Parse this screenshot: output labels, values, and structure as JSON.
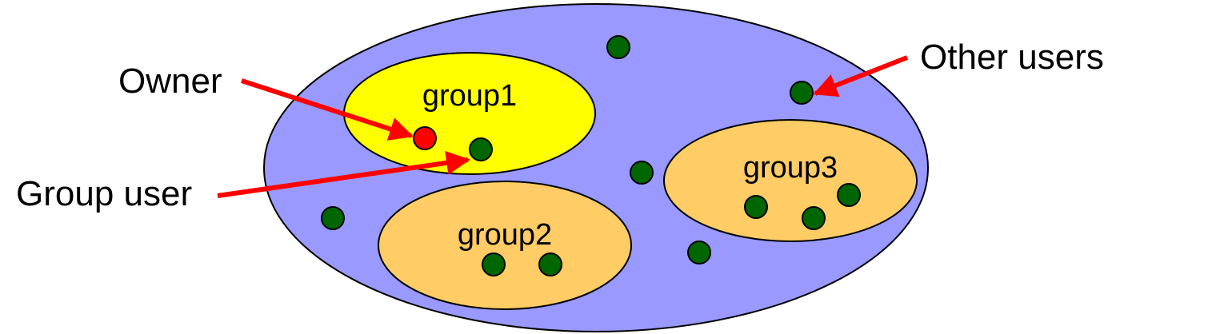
{
  "labels": {
    "owner": "Owner",
    "group_user": "Group user",
    "other_users": "Other users"
  },
  "groups": {
    "group1": "group1",
    "group2": "group2",
    "group3": "group3"
  },
  "colors": {
    "universe_fill": "#9999ff",
    "group1_fill": "#ffff00",
    "group_other_fill": "#ffcc66",
    "user_dot": "#006600",
    "owner_dot": "#ff0000",
    "arrow": "#ff0000",
    "outline": "#000000"
  }
}
